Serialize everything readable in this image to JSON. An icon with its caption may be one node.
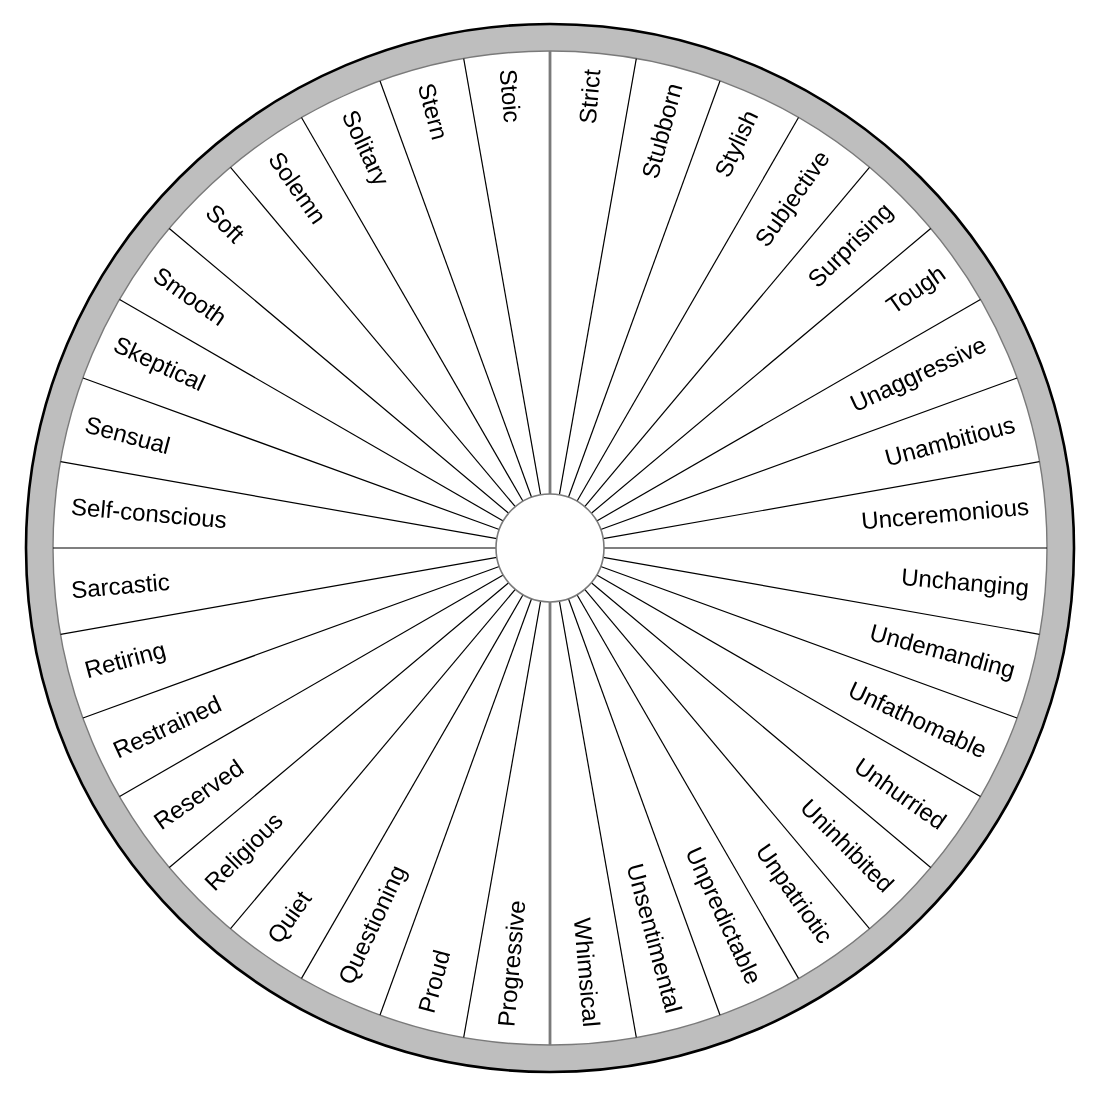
{
  "diagram": {
    "nodes": [
      {
        "text": [
          "Progressive"
        ]
      },
      {
        "text": [
          "Proud"
        ]
      },
      {
        "text": [
          "Questioning"
        ]
      },
      {
        "text": [
          "Quiet"
        ]
      },
      {
        "text": [
          "Religious"
        ]
      },
      {
        "text": [
          "Reserved"
        ]
      },
      {
        "text": [
          "Restrained"
        ]
      },
      {
        "text": [
          "Retiring"
        ]
      },
      {
        "text": [
          "Sarcastic"
        ]
      },
      {
        "text": [
          "Self-conscious"
        ]
      },
      {
        "text": [
          "Sensual"
        ]
      },
      {
        "text": [
          "Skeptical"
        ]
      },
      {
        "text": [
          "Smooth"
        ]
      },
      {
        "text": [
          "Soft"
        ]
      },
      {
        "text": [
          "Solemn"
        ]
      },
      {
        "text": [
          "Solitary"
        ]
      },
      {
        "text": [
          "Stern"
        ]
      },
      {
        "text": [
          "Stoic"
        ]
      },
      {
        "text": [
          "Strict"
        ]
      },
      {
        "text": [
          "Stubborn"
        ]
      },
      {
        "text": [
          "Stylish"
        ]
      },
      {
        "text": [
          "Subjective"
        ]
      },
      {
        "text": [
          "Surprising"
        ]
      },
      {
        "text": [
          "Tough"
        ]
      },
      {
        "text": [
          "Unaggressive"
        ]
      },
      {
        "text": [
          "Unambitious"
        ]
      },
      {
        "text": [
          "Unceremonious"
        ]
      },
      {
        "text": [
          "Unchanging"
        ]
      },
      {
        "text": [
          "Undemanding"
        ]
      },
      {
        "text": [
          "Unfathomable"
        ]
      },
      {
        "text": [
          "Unhurried"
        ]
      },
      {
        "text": [
          "Uninhibited"
        ]
      },
      {
        "text": [
          "Unpatriotic"
        ]
      },
      {
        "text": [
          "Unpredictable"
        ]
      },
      {
        "text": [
          "Unsentimental"
        ]
      },
      {
        "text": [
          "Whimsical"
        ]
      }
    ]
  }
}
